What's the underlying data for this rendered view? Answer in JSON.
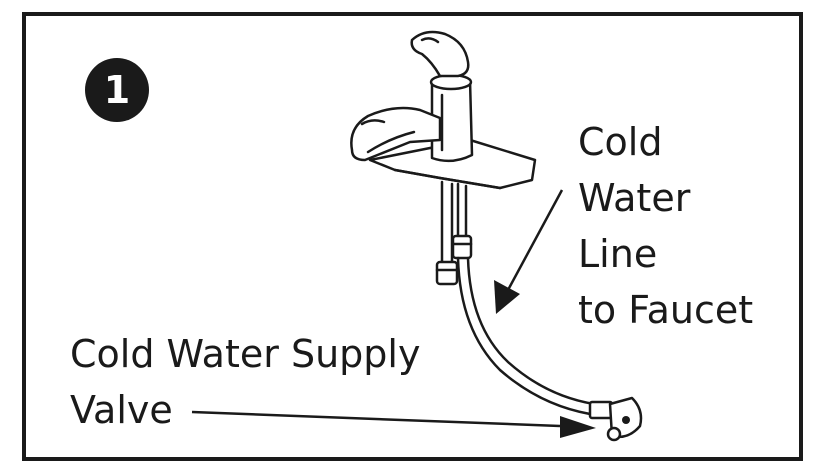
{
  "step": {
    "number": "1"
  },
  "labels": {
    "cold_water_line": [
      "Cold",
      "Water",
      "Line",
      "to Faucet"
    ],
    "cold_water_supply_valve": [
      "Cold Water Supply",
      "Valve"
    ]
  },
  "colors": {
    "ink": "#1a1a1a",
    "background": "#ffffff"
  }
}
